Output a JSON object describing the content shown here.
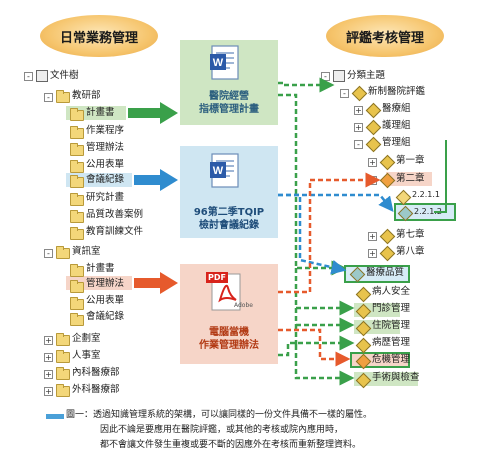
{
  "header": {
    "left_bubble": "日常業務管理",
    "right_bubble": "評鑑考核管理"
  },
  "left_tree": {
    "root": "文件樹",
    "items": [
      {
        "label": "教研部",
        "level": 1
      },
      {
        "label": "計畫書",
        "level": 2
      },
      {
        "label": "作業程序",
        "level": 2
      },
      {
        "label": "管理辦法",
        "level": 2
      },
      {
        "label": "公用表單",
        "level": 2
      },
      {
        "label": "會議紀錄",
        "level": 2
      },
      {
        "label": "研究計畫",
        "level": 2
      },
      {
        "label": "品質改善案例",
        "level": 2
      },
      {
        "label": "教育訓練文件",
        "level": 2
      },
      {
        "label": "資訊室",
        "level": 1
      },
      {
        "label": "計畫書",
        "level": 2
      },
      {
        "label": "管理辦法",
        "level": 2
      },
      {
        "label": "公用表單",
        "level": 2
      },
      {
        "label": "會議紀錄",
        "level": 2
      },
      {
        "label": "企劃室",
        "level": 1
      },
      {
        "label": "人事室",
        "level": 1
      },
      {
        "label": "內科醫療部",
        "level": 1
      },
      {
        "label": "外科醫療部",
        "level": 1
      }
    ]
  },
  "center_docs": [
    {
      "title_line1": "醫院經營",
      "title_line2": "指標管理計畫",
      "icon": "word-doc-icon"
    },
    {
      "title_line1": "96第二季TQIP",
      "title_line2": "檢討會議紀錄",
      "icon": "word-doc-icon"
    },
    {
      "title_line1": "電腦當機",
      "title_line2": "作業管理辦法",
      "icon": "pdf-doc-icon",
      "badge": "PDF",
      "brand": "Adobe"
    }
  ],
  "right_tree": {
    "root": "分類主題",
    "items": [
      {
        "label": "新制醫院評鑑",
        "level": 1
      },
      {
        "label": "醫療組",
        "level": 2
      },
      {
        "label": "護理組",
        "level": 2
      },
      {
        "label": "管理組",
        "level": 2
      },
      {
        "label": "第一章",
        "level": 3
      },
      {
        "label": "第二章",
        "level": 3
      },
      {
        "label": "2.2.1.1",
        "level": 4
      },
      {
        "label": "2.2.1.2",
        "level": 4
      },
      {
        "label": "第七章",
        "level": 3
      },
      {
        "label": "第八章",
        "level": 3
      },
      {
        "label": "醫療品質",
        "level": 1
      },
      {
        "label": "病人安全",
        "level": 1
      },
      {
        "label": "門診管理",
        "level": 1
      },
      {
        "label": "住院管理",
        "level": 1
      },
      {
        "label": "病歷管理",
        "level": 1
      },
      {
        "label": "危機管理",
        "level": 1
      },
      {
        "label": "手術與檢查",
        "level": 1
      }
    ]
  },
  "caption": {
    "line1": "圖一：透過知識管理系統的架構，可以讓同樣的一份文件具備不一樣的屬性。",
    "line2": "因此不論是要應用在醫院評鑑，或其他的考核或院內應用時，",
    "line3": "都不會讓文件發生重複或要不斷的因應外在考核而重新整理資料。"
  },
  "colors": {
    "green": "#3aa04a",
    "blue": "#2f8ccf",
    "red": "#e65a2c",
    "bubble": "#f6c56d"
  }
}
